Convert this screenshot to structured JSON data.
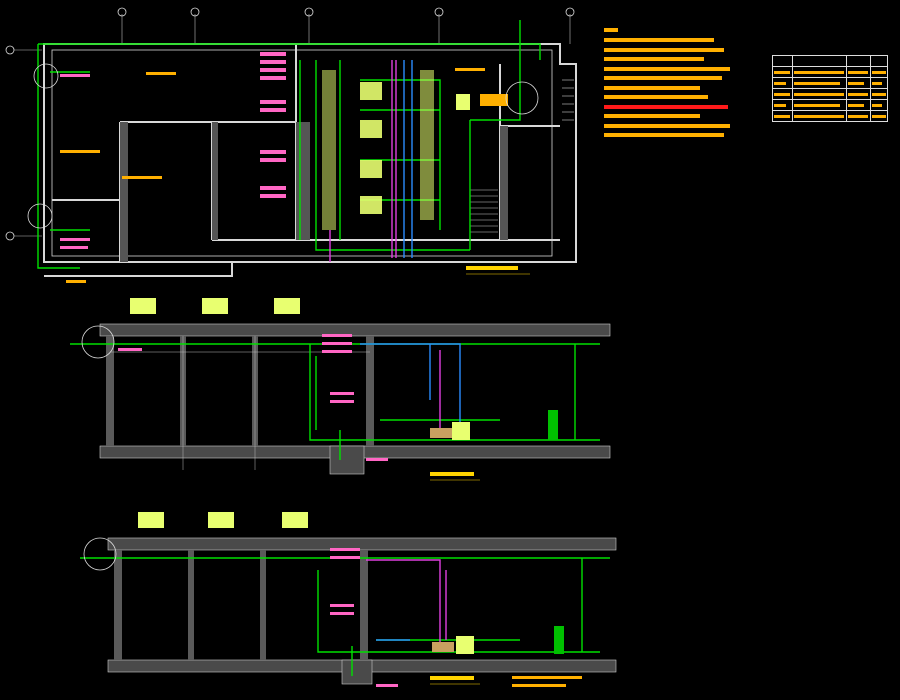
{
  "notes": {
    "title": "",
    "line_count": 11,
    "highlighted_line": 7
  },
  "legend_table": {
    "title": "",
    "header": [
      "",
      "",
      "",
      ""
    ],
    "rows": 5
  },
  "views": [
    {
      "id": "plan",
      "title": ""
    },
    {
      "id": "section-1",
      "title": ""
    },
    {
      "id": "section-2",
      "title": ""
    }
  ],
  "colors": {
    "background": "#000000",
    "wall": "#d8d8d8",
    "pipe_green": "#00e000",
    "pipe_blue": "#2a8cff",
    "pipe_magenta": "#e040e0",
    "text_yellow": "#ffd400",
    "note_orange": "#ffb000",
    "tag_pink": "#ff66c4",
    "tag_lime": "#e8ff70",
    "note_red": "#ff1a1a"
  }
}
